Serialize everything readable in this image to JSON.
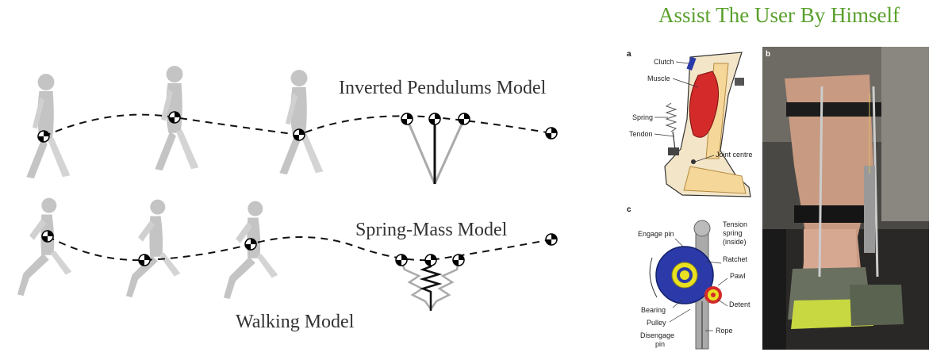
{
  "title": "Assist The User By Himself",
  "models": {
    "inverted_pendulum": "Inverted Pendulums Model",
    "spring_mass": "Spring-Mass Model",
    "walking": "Walking Model"
  },
  "panels": {
    "a": "a",
    "b": "b",
    "c": "c"
  },
  "panel_a_labels": {
    "clutch": "Clutch",
    "muscle": "Muscle",
    "spring": "Spring",
    "tendon": "Tendon",
    "joint_centre": "Joint centre"
  },
  "panel_c_labels": {
    "engage_pin": "Engage pin",
    "tension_spring": "Tension",
    "tension_spring_2": "spring",
    "tension_spring_3": "(inside)",
    "ratchet": "Ratchet",
    "pawl": "Pawl",
    "detent": "Detent",
    "bearing": "Bearing",
    "pulley": "Pulley",
    "rope": "Rope",
    "disengage_pin": "Disengage",
    "disengage_pin_2": "pin"
  },
  "colors": {
    "title_green": "#5aa02c",
    "muscle_red": "#d42a2a",
    "pulley_blue": "#2b3aa8",
    "pulley_yellow": "#e8e020",
    "silhouette_gray": "#c4c4c4"
  }
}
